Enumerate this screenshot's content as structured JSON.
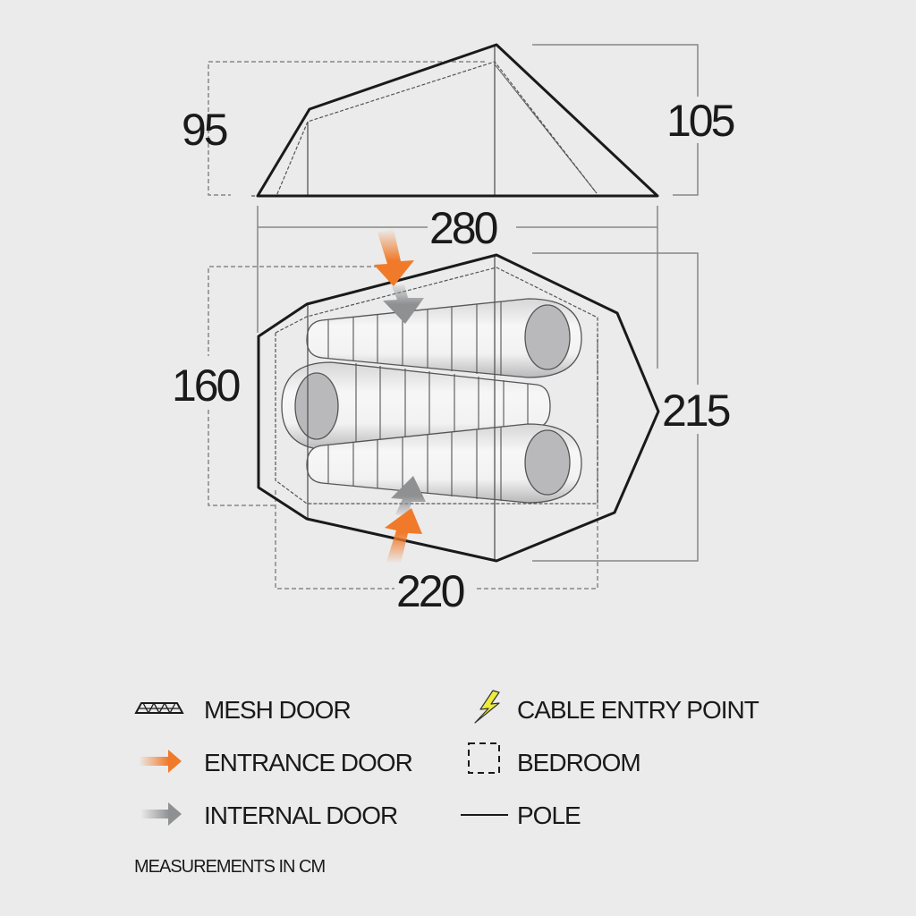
{
  "diagram": {
    "type": "tent-dimension-diagram",
    "side_view": {
      "dimensions": {
        "inner_height": "95",
        "outer_height": "105",
        "length": "280"
      }
    },
    "floor_plan": {
      "dimensions": {
        "inner_width": "160",
        "outer_width": "215",
        "inner_length": "220"
      },
      "sleeping_bags": 3,
      "entrance_doors": 2,
      "internal_doors": 2
    }
  },
  "legend": {
    "items": [
      {
        "icon": "mesh-door-icon",
        "label": "MESH DOOR"
      },
      {
        "icon": "entrance-door-arrow-icon",
        "label": "ENTRANCE DOOR",
        "color": "#f07a2a"
      },
      {
        "icon": "internal-door-arrow-icon",
        "label": "INTERNAL DOOR",
        "color": "#8f9092"
      },
      {
        "icon": "cable-entry-bolt-icon",
        "label": "CABLE ENTRY POINT",
        "color": "#e8e030"
      },
      {
        "icon": "bedroom-dashed-square-icon",
        "label": "BEDROOM"
      },
      {
        "icon": "pole-line-icon",
        "label": "POLE"
      }
    ],
    "footnote": "MEASUREMENTS IN CM"
  },
  "colors": {
    "background": "#ebebeb",
    "line": "#1a1a1a",
    "dim_line": "#888888",
    "entrance": "#f07a2a",
    "internal": "#8f9092",
    "bag_head": "#b9b9bb"
  }
}
